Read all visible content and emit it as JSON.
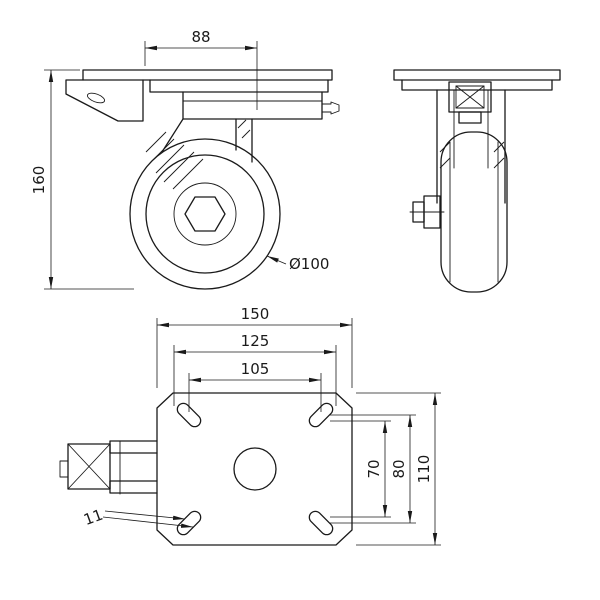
{
  "page": {
    "background": "#ffffff",
    "line_color": "#1a1a1a"
  },
  "dims": {
    "top_width": "88",
    "overall_height": "160",
    "wheel_diameter": "Ø100",
    "plate_length": "150",
    "bolt_span_x_outer": "125",
    "bolt_span_x_inner": "105",
    "bolt_span_y_inner": "70",
    "bolt_span_y_outer": "80",
    "plate_width": "110",
    "slot_width": "11"
  }
}
